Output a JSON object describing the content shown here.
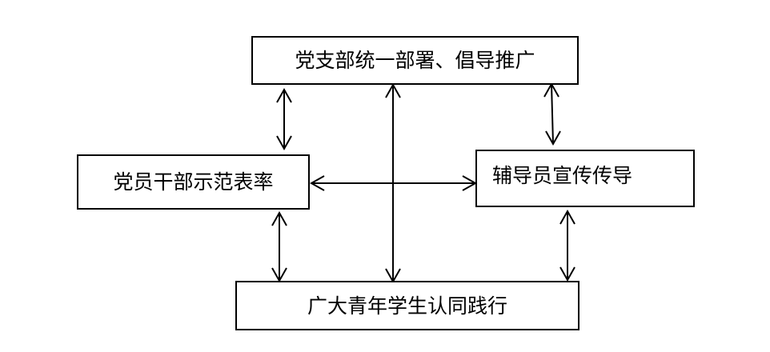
{
  "diagram": {
    "nodes": {
      "top": "党支部统一部署、倡导推广",
      "left": "党员干部示范表率",
      "right": "辅导员宣传传导",
      "bottom": "广大青年学生认同践行"
    },
    "edges": [
      {
        "from": "top",
        "to": "left",
        "direction": "both"
      },
      {
        "from": "top",
        "to": "right",
        "direction": "both"
      },
      {
        "from": "top",
        "to": "bottom",
        "direction": "both"
      },
      {
        "from": "left",
        "to": "right",
        "direction": "both"
      },
      {
        "from": "left",
        "to": "bottom",
        "direction": "both"
      },
      {
        "from": "right",
        "to": "bottom",
        "direction": "both"
      }
    ]
  }
}
